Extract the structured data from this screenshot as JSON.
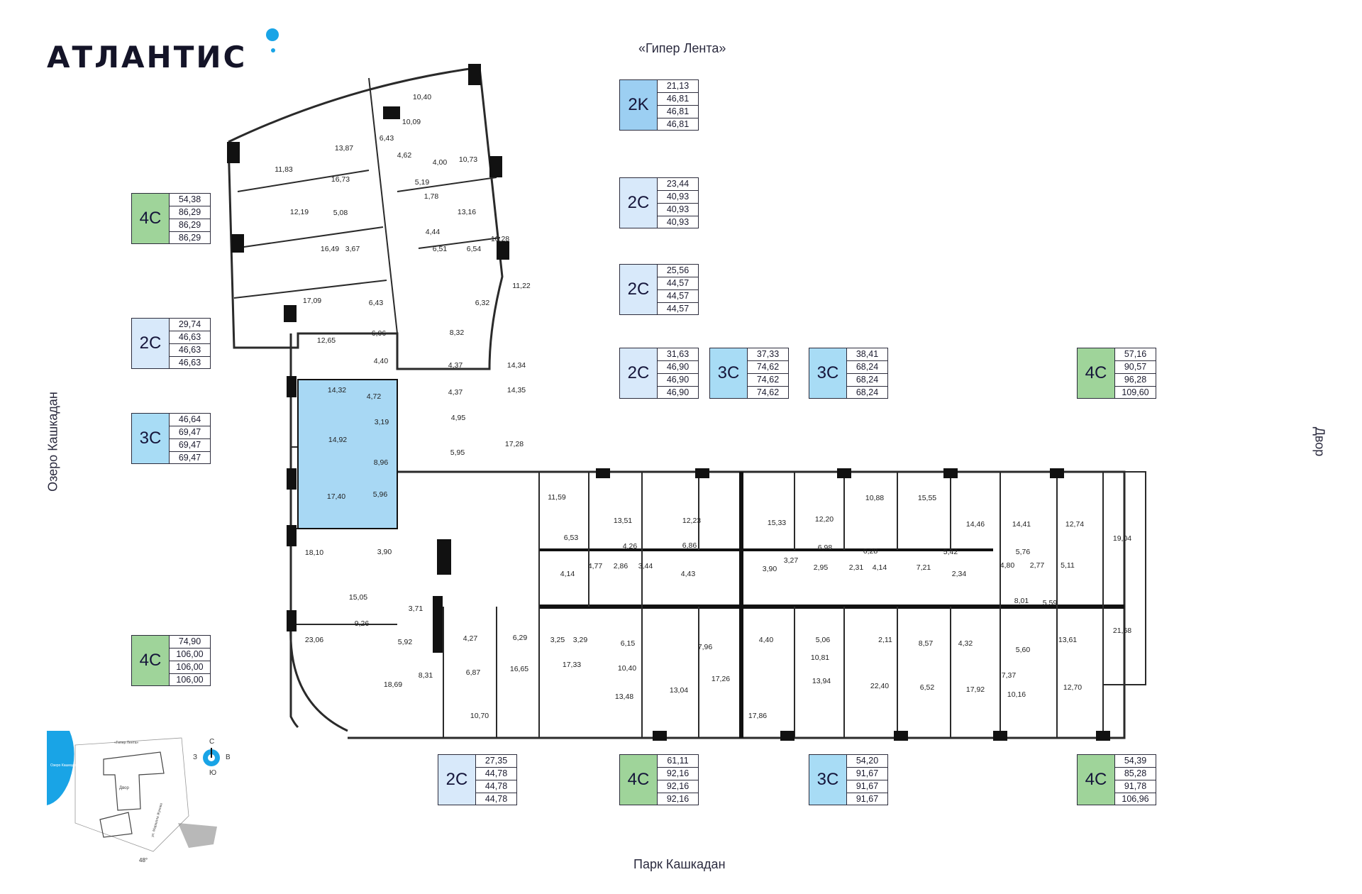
{
  "brand": {
    "logo_text": "АТЛАНТИС",
    "accent_color": "#19a4e6"
  },
  "directions": {
    "top": "«Гипер Лента»",
    "left": "Озеро Кашкадан",
    "right": "Двор",
    "bottom": "Парк Кашкадан"
  },
  "legend_colors": {
    "4C": "#9fd49a",
    "2C": "#d8e9fa",
    "3C": "#a8dcf5",
    "2K": "#9ccff2",
    "highlight": "#a8d8f4"
  },
  "cards": [
    {
      "type": "2K",
      "values": [
        "21,13",
        "46,81",
        "46,81",
        "46,81"
      ]
    },
    {
      "type": "4C",
      "values": [
        "54,38",
        "86,29",
        "86,29",
        "86,29"
      ]
    },
    {
      "type": "2C",
      "values": [
        "23,44",
        "40,93",
        "40,93",
        "40,93"
      ]
    },
    {
      "type": "2C",
      "values": [
        "25,56",
        "44,57",
        "44,57",
        "44,57"
      ]
    },
    {
      "type": "2C",
      "values": [
        "29,74",
        "46,63",
        "46,63",
        "46,63"
      ]
    },
    {
      "type": "2C",
      "values": [
        "31,63",
        "46,90",
        "46,90",
        "46,90"
      ]
    },
    {
      "type": "3C",
      "values": [
        "37,33",
        "74,62",
        "74,62",
        "74,62"
      ]
    },
    {
      "type": "3C",
      "values": [
        "38,41",
        "68,24",
        "68,24",
        "68,24"
      ]
    },
    {
      "type": "4C",
      "values": [
        "57,16",
        "90,57",
        "96,28",
        "109,60"
      ]
    },
    {
      "type": "3C",
      "values": [
        "46,64",
        "69,47",
        "69,47",
        "69,47"
      ]
    },
    {
      "type": "4C",
      "values": [
        "74,90",
        "106,00",
        "106,00",
        "106,00"
      ]
    },
    {
      "type": "2C",
      "values": [
        "27,35",
        "44,78",
        "44,78",
        "44,78"
      ]
    },
    {
      "type": "4C",
      "values": [
        "61,11",
        "92,16",
        "92,16",
        "92,16"
      ]
    },
    {
      "type": "3C",
      "values": [
        "54,20",
        "91,67",
        "91,67",
        "91,67"
      ]
    },
    {
      "type": "4C",
      "values": [
        "54,39",
        "85,28",
        "91,78",
        "106,96"
      ]
    }
  ],
  "rooms": [
    "10,40",
    "10,09",
    "6,43",
    "13,87",
    "11,83",
    "4,62",
    "4,00",
    "10,73",
    "16,73",
    "5,19",
    "1,78",
    "13,16",
    "12,19",
    "5,08",
    "4,44",
    "10,28",
    "16,49",
    "3,67",
    "6,51",
    "6,54",
    "11,22",
    "17,09",
    "6,43",
    "6,32",
    "12,65",
    "6,06",
    "8,32",
    "4,40",
    "4,37",
    "14,34",
    "4,72",
    "14,32",
    "4,37",
    "14,35",
    "3,19",
    "4,95",
    "14,92",
    "8,96",
    "5,95",
    "17,28",
    "17,40",
    "5,96",
    "11,59",
    "13,51",
    "12,23",
    "15,33",
    "12,20",
    "10,88",
    "15,55",
    "14,46",
    "14,41",
    "12,74",
    "19,04",
    "18,10",
    "3,90",
    "6,53",
    "4,26",
    "6,86",
    "6,98",
    "6,28",
    "5,42",
    "5,76",
    "4,14",
    "4,77",
    "2,86",
    "3,44",
    "4,43",
    "3,90",
    "3,27",
    "2,95",
    "2,31",
    "4,14",
    "7,21",
    "2,34",
    "4,80",
    "2,77",
    "5,11",
    "15,05",
    "3,71",
    "8,01",
    "5,59",
    "9,26",
    "23,06",
    "5,92",
    "4,27",
    "6,29",
    "3,25",
    "3,29",
    "6,15",
    "7,96",
    "4,40",
    "5,06",
    "2,11",
    "8,57",
    "4,32",
    "13,61",
    "21,68",
    "5,60",
    "10,81",
    "22,40",
    "17,33",
    "10,40",
    "6,87",
    "16,65",
    "17,26",
    "13,94",
    "7,37",
    "18,69",
    "8,31",
    "13,48",
    "13,04",
    "17,86",
    "6,52",
    "17,92",
    "10,16",
    "12,70",
    "10,70"
  ],
  "minimap": {
    "lake_label": "Озеро Кашкадан",
    "top_label": "«Гипер Лента»",
    "yard_label": "Двор",
    "street_label": "ул. Маршала Жукова",
    "angle": "48°"
  },
  "compass": {
    "north": "С",
    "south": "Ю",
    "west": "З",
    "east": "В"
  }
}
